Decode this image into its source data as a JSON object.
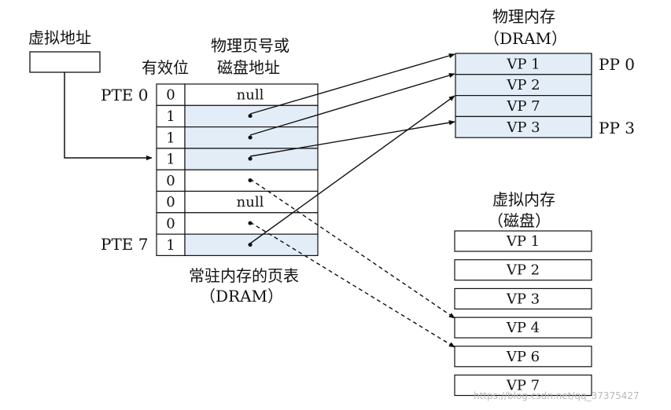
{
  "virtual_address_label": "虚拟地址",
  "valid_bit_label": "有效位",
  "ppn_label_line1": "物理页号或",
  "ppn_label_line2": "磁盘地址",
  "pte_first_label": "PTE 0",
  "pte_last_label": "PTE 7",
  "page_table_caption_line1": "常驻内存的页表",
  "page_table_caption_line2": "（DRAM）",
  "page_table": [
    {
      "valid": "0",
      "addr": "null"
    },
    {
      "valid": "1",
      "addr": "•"
    },
    {
      "valid": "1",
      "addr": "•"
    },
    {
      "valid": "1",
      "addr": "•"
    },
    {
      "valid": "0",
      "addr": "•"
    },
    {
      "valid": "0",
      "addr": "null"
    },
    {
      "valid": "0",
      "addr": "•"
    },
    {
      "valid": "1",
      "addr": "•"
    }
  ],
  "physical_memory": {
    "title_line1": "物理内存",
    "title_line2": "（DRAM）",
    "pages": [
      "VP 1",
      "VP 2",
      "VP 7",
      "VP 3"
    ],
    "pp_first_label": "PP 0",
    "pp_last_label": "PP 3"
  },
  "virtual_memory": {
    "title_line1": "虚拟内存",
    "title_line2": "（磁盘）",
    "pages": [
      "VP 1",
      "VP 2",
      "VP 3",
      "VP 4",
      "VP 6",
      "VP 7"
    ]
  },
  "watermark": "https://blog.csdn.net/qq_37375427",
  "colors": {
    "line": "#111111",
    "fill_blue": "#e3edf7",
    "fill_white": "#ffffff"
  }
}
